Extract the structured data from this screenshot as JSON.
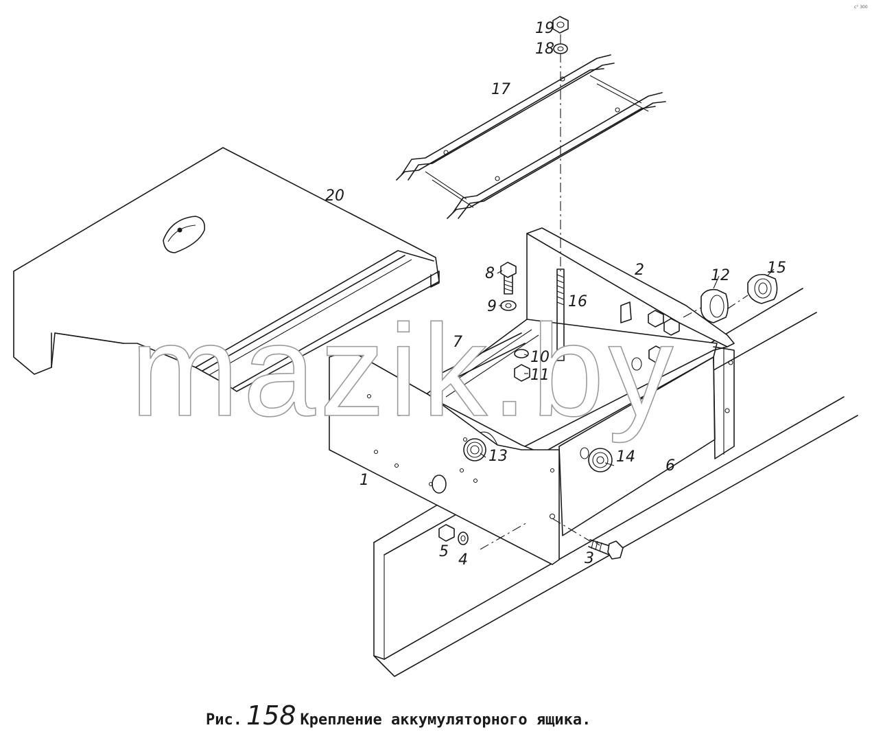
{
  "caption": {
    "prefix": "Рис.",
    "number": "158",
    "title": "Крепление аккумуляторного ящика."
  },
  "watermark": "mazik.by",
  "corner_mark": "с° 300",
  "callouts": {
    "c1": "1",
    "c2": "2",
    "c3": "3",
    "c4": "4",
    "c5": "5",
    "c6": "6",
    "c7": "7",
    "c8": "8",
    "c9": "9",
    "c10": "10",
    "c11": "11",
    "c12": "12",
    "c13": "13",
    "c14": "14",
    "c15": "15",
    "c16": "16",
    "c17": "17",
    "c18": "18",
    "c19": "19",
    "c20": "20"
  }
}
